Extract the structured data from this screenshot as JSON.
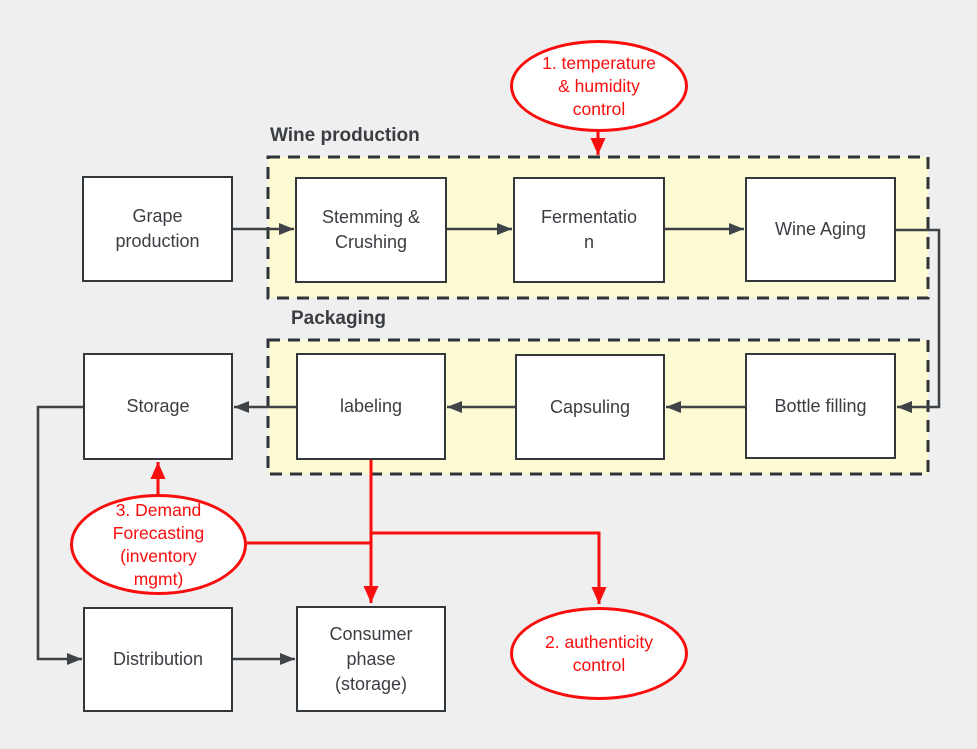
{
  "colors": {
    "background": "#efeff0",
    "group_fill": "#fdfbd3",
    "group_stroke": "#2e3338",
    "node_fill": "#ffffff",
    "node_stroke": "#33383d",
    "connector": "#3e4347",
    "text": "#3a3e42",
    "accent_red": "#f90d0d"
  },
  "groups": [
    {
      "id": "wine-production",
      "label": "Wine production"
    },
    {
      "id": "packaging",
      "label": "Packaging"
    }
  ],
  "nodes": [
    {
      "id": "grape-production",
      "label": "Grape\nproduction"
    },
    {
      "id": "stemming-crushing",
      "label": "Stemming &\nCrushing"
    },
    {
      "id": "fermentation",
      "label": "Fermentatio\nn"
    },
    {
      "id": "wine-aging",
      "label": "Wine Aging"
    },
    {
      "id": "bottle-filling",
      "label": "Bottle filling"
    },
    {
      "id": "capsuling",
      "label": "Capsuling"
    },
    {
      "id": "labeling",
      "label": "labeling"
    },
    {
      "id": "storage",
      "label": "Storage"
    },
    {
      "id": "distribution",
      "label": "Distribution"
    },
    {
      "id": "consumer-phase",
      "label": "Consumer\nphase\n(storage)"
    }
  ],
  "annotations": [
    {
      "id": "temperature-humidity-control",
      "label": "1. temperature\n& humidity\ncontrol"
    },
    {
      "id": "authenticity-control",
      "label": "2. authenticity\ncontrol"
    },
    {
      "id": "demand-forecasting",
      "label": "3. Demand\nForecasting\n(inventory\nmgmt)"
    }
  ]
}
